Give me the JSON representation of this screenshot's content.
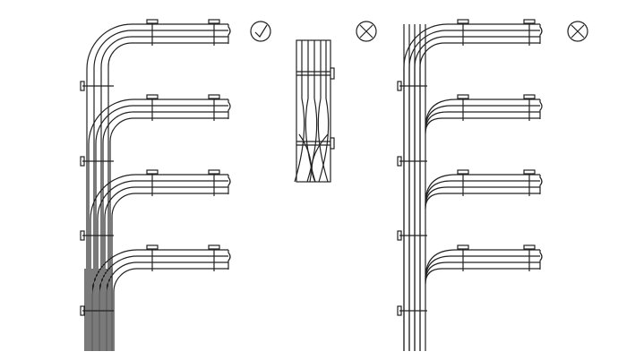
{
  "diagram": {
    "variants": [
      {
        "id": "correct-layout",
        "marker": "check-mark-icon"
      },
      {
        "id": "twisted-bundle",
        "marker": "cross-mark-icon"
      },
      {
        "id": "incorrect-layout",
        "marker": "cross-mark-icon"
      }
    ],
    "colors": {
      "stroke": "#222222",
      "background": "#ffffff"
    }
  }
}
